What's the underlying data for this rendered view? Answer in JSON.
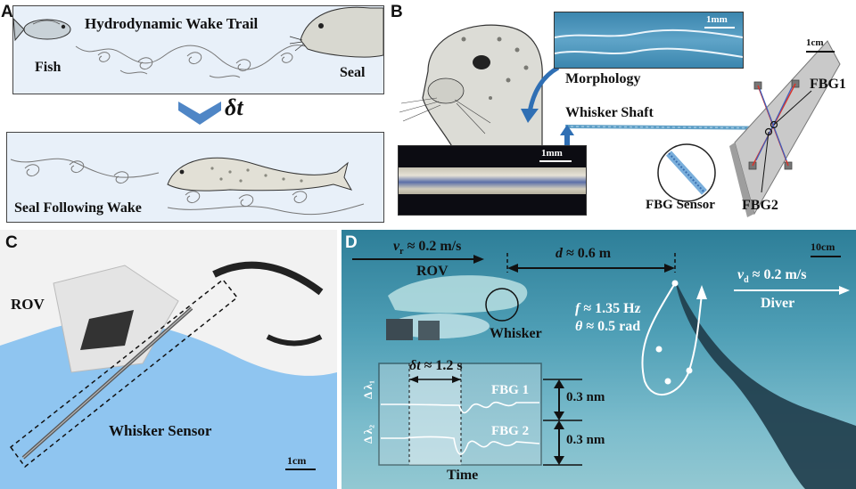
{
  "panels": {
    "a": {
      "letter": "A",
      "title": "Hydrodynamic Wake Trail",
      "fish_label": "Fish",
      "seal_label": "Seal",
      "delta_t": "δt",
      "following_label": "Seal Following Wake"
    },
    "b": {
      "letter": "B",
      "scale_1mm_top": "1mm",
      "morphology_label": "Morphology",
      "scale_1cm": "1cm",
      "fbg1_label": "FBG1",
      "whisker_shaft_label": "Whisker Shaft",
      "scale_1mm_bottom": "1mm",
      "fbg_sensor_label": "FBG Sensor",
      "fbg2_label": "FBG2"
    },
    "c": {
      "letter": "C",
      "rov_label": "ROV",
      "whisker_sensor_label": "Whisker Sensor",
      "scale_1cm": "1cm"
    },
    "d": {
      "letter": "D",
      "vr_label": "v",
      "vr_sub": "r",
      "vr_value": " ≈ 0.2 m/s",
      "rov_label": "ROV",
      "d_label": "d",
      "d_value": " ≈ 0.6 m",
      "scale_10cm": "10cm",
      "vd_label": "v",
      "vd_sub": "d",
      "vd_value": " ≈ 0.2 m/s",
      "diver_label": "Diver",
      "f_label": "f",
      "f_value": " ≈ 1.35 Hz",
      "theta_label": "θ",
      "theta_value": " ≈ 0.5 rad",
      "whisker_label": "Whisker",
      "dt_label": "δt",
      "dt_value": " ≈ 1.2 s",
      "fbg1_label": "FBG 1",
      "fbg2_label": "FBG 2",
      "nm_top": "0.3 nm",
      "nm_bottom": "0.3 nm",
      "lambda1": "Δ λ₁",
      "lambda2": "Δ λ₂",
      "time_label": "Time"
    }
  },
  "colors": {
    "panel_a_bg": "#e8f0f9",
    "panel_c_bg": "#8fc5f0",
    "arrow_blue": "#2f6fb4",
    "fbg_red": "#d9342b",
    "fbg_blue": "#3b5fc0"
  }
}
